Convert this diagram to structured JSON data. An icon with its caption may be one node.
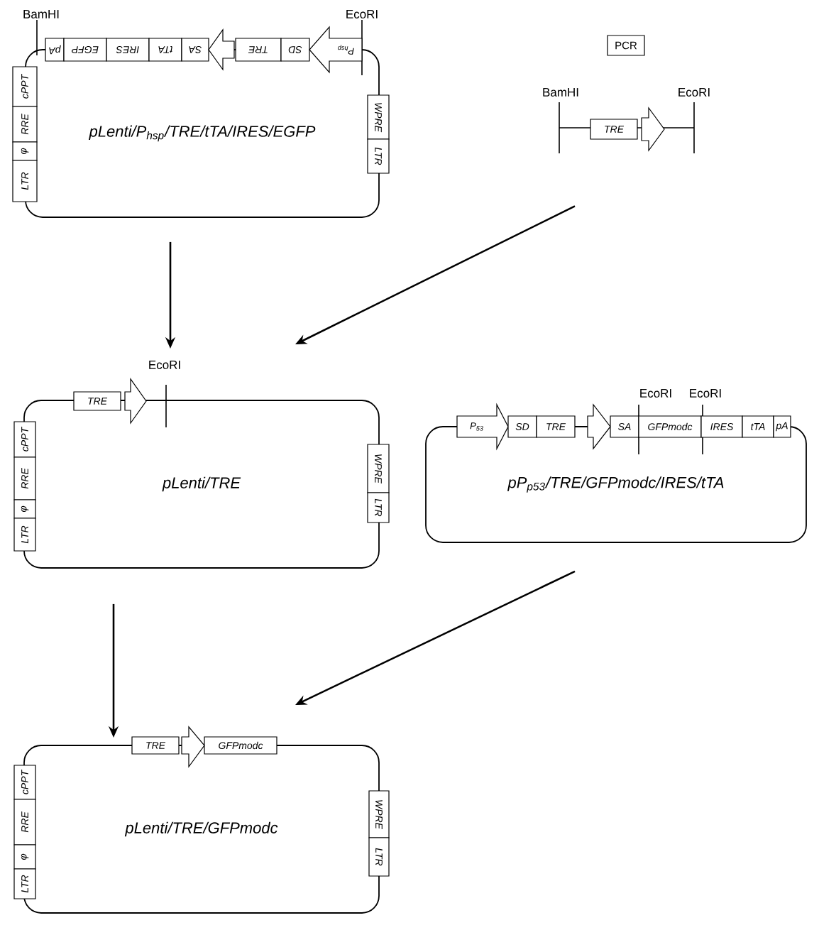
{
  "diagram": {
    "nodes": [
      {
        "text": [
          "pLenti/P$_{hsp}$/TRE/tTA/IRES/EGFP"
        ],
        "beside": [
          "BamHI",
          "EcoRI"
        ]
      },
      {
        "text": [
          "pA"
        ]
      },
      {
        "text": [
          "EGFP"
        ]
      },
      {
        "text": [
          "IRES"
        ]
      },
      {
        "text": [
          "tTA"
        ]
      },
      {
        "text": [
          "SA"
        ]
      },
      {
        "text": [],
        "shape": "arrow"
      },
      {
        "text": [
          "TRE"
        ]
      },
      {
        "text": [
          "SD"
        ]
      },
      {
        "text": [
          "P$_{hsp}$"
        ]
      },
      {
        "text": [
          "cPPT"
        ]
      },
      {
        "text": [
          "RRE"
        ]
      },
      {
        "text": [
          "φ"
        ]
      },
      {
        "text": [
          "LTR"
        ]
      },
      {
        "text": [
          "WPRE"
        ]
      },
      {
        "text": [
          "LTR"
        ]
      },
      {
        "text": [
          "PCR"
        ]
      },
      {
        "text": [],
        "shape": "line",
        "beside": [
          "BamHI",
          "EcoRI"
        ]
      },
      {
        "text": [
          "TRE"
        ],
        "in": 17
      },
      {
        "text": [],
        "shape": "arrow",
        "in": 17
      },
      {
        "text": [
          "pLenti/TRE"
        ],
        "beside": [
          "EcoRI"
        ]
      },
      {
        "text": [
          "TRE"
        ]
      },
      {
        "text": [],
        "shape": "arrow"
      },
      {
        "text": [
          "cPPT"
        ]
      },
      {
        "text": [
          "RRE"
        ]
      },
      {
        "text": [
          "φ"
        ]
      },
      {
        "text": [
          "LTR"
        ]
      },
      {
        "text": [
          "WPRE"
        ]
      },
      {
        "text": [
          "LTR"
        ]
      },
      {
        "text": [
          "pP$_{p53}$/TRE/GFPmodc/IRES/tTA"
        ],
        "beside": [
          "EcoRI",
          "EcoRI"
        ]
      },
      {
        "text": [
          "P$_{53}$"
        ]
      },
      {
        "text": [
          "SD"
        ]
      },
      {
        "text": [
          "TRE"
        ]
      },
      {
        "text": [],
        "shape": "arrow"
      },
      {
        "text": [
          "SA"
        ]
      },
      {
        "text": [
          "GFPmodc"
        ]
      },
      {
        "text": [
          "IRES"
        ]
      },
      {
        "text": [
          "tTA"
        ]
      },
      {
        "text": [
          "pA"
        ]
      },
      {
        "text": [
          "pLenti/TRE/GFPmodc"
        ]
      },
      {
        "text": [
          "TRE"
        ]
      },
      {
        "text": [],
        "shape": "arrow"
      },
      {
        "text": [
          "GFPmodc"
        ]
      },
      {
        "text": [
          "cPPT"
        ]
      },
      {
        "text": [
          "RRE"
        ]
      },
      {
        "text": [
          "φ"
        ]
      },
      {
        "text": [
          "LTR"
        ]
      },
      {
        "text": [
          "WPRE"
        ]
      },
      {
        "text": [
          "LTR"
        ]
      }
    ],
    "edges": [
      {
        "from": 0,
        "to": 20,
        "arrow": "to"
      },
      {
        "from": 17,
        "to": 20,
        "arrow": "to"
      },
      {
        "from": 20,
        "to": 39,
        "arrow": "to"
      },
      {
        "from": 29,
        "to": 39,
        "arrow": "to"
      }
    ]
  }
}
